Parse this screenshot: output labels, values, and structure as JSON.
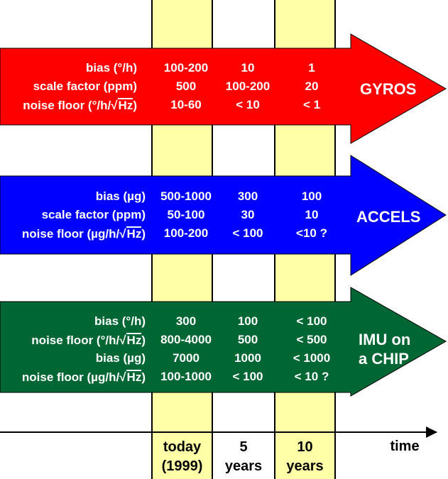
{
  "colors": {
    "gyros": "#ff0000",
    "accels": "#0000ff",
    "imu": "#006633",
    "column_highlight": "#ffffa8"
  },
  "gyros": {
    "title": "GYROS",
    "rows": [
      {
        "label": "bias (°/h)",
        "values": [
          "100-200",
          "10",
          "1"
        ]
      },
      {
        "label": "scale factor (ppm)",
        "values": [
          "500",
          "100-200",
          "20"
        ]
      },
      {
        "label_pre": "noise floor (°/h/",
        "label_rad": "√",
        "label_sqrt": "Hz",
        "label_post": ")",
        "values": [
          "10-60",
          "< 10",
          "< 1"
        ]
      }
    ]
  },
  "accels": {
    "title": "ACCELS",
    "rows": [
      {
        "label": "bias (µg)",
        "values": [
          "500-1000",
          "300",
          "100"
        ]
      },
      {
        "label": "scale factor (ppm)",
        "values": [
          "50-100",
          "30",
          "10"
        ]
      },
      {
        "label_pre": "noise floor (µg/h/",
        "label_rad": "√",
        "label_sqrt": "Hz",
        "label_post": ")",
        "values": [
          "100-200",
          "< 100",
          "<10 ?"
        ]
      }
    ]
  },
  "imu": {
    "title_line1": "IMU on",
    "title_line2": "a CHIP",
    "rows": [
      {
        "label": "bias (°/h)",
        "values": [
          "300",
          "100",
          "< 100"
        ]
      },
      {
        "label_pre": "noise floor (°/h/",
        "label_rad": "√",
        "label_sqrt": "Hz",
        "label_post": ")",
        "values": [
          "800-4000",
          "500",
          "< 500"
        ]
      },
      {
        "label": "bias (µg)",
        "values": [
          "7000",
          "1000",
          "< 1000"
        ]
      },
      {
        "label_pre": "noise floor (µg/h/",
        "label_rad": "√",
        "label_sqrt": "Hz",
        "label_post": ")",
        "values": [
          "100-1000",
          "< 100",
          "< 10 ?"
        ]
      }
    ]
  },
  "timeline": {
    "col1_line1": "today",
    "col1_line2": "(1999)",
    "col2_line1": "5",
    "col2_line2": "years",
    "col3_line1": "10",
    "col3_line2": "years",
    "axis_label": "time"
  }
}
